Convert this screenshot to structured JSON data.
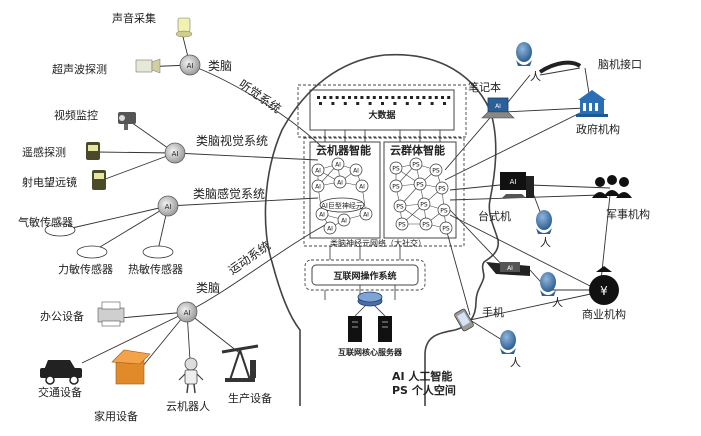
{
  "sensors": {
    "sound": "声音采集",
    "ultrasonic": "超声波探测",
    "video": "视频监控",
    "remote_sensing": "遥感探测",
    "telescope": "射电望远镜",
    "gas": "气敏传感器",
    "force": "力敏传感器",
    "heat": "热敏传感器",
    "office": "办公设备",
    "traffic": "交通设备",
    "home": "家用设备",
    "robot": "云机器人",
    "production": "生产设备"
  },
  "systems": {
    "auditory_1": "类脑",
    "auditory_2": "听觉系统",
    "visual": "类脑视觉系统",
    "sensory": "类脑感觉系统",
    "motor_1": "类脑",
    "motor_2": "运动系统"
  },
  "brain": {
    "big_data": "大数据",
    "cloud_machine": "云机器智能",
    "cloud_group": "云群体智能",
    "ai_giant": "AI巨型神经元",
    "network": "类脑神经元网络（大社交）",
    "internet_os": "互联网操作系统",
    "core_server": "互联网核心服务器",
    "ai": "AI",
    "ps": "PS"
  },
  "right": {
    "laptop": "笔记本",
    "person": "人",
    "bci": "脑机接口",
    "gov": "政府机构",
    "desktop": "台式机",
    "military": "军事机构",
    "phone": "手机",
    "business": "商业机构",
    "yen": "¥"
  },
  "legend": {
    "ai": "AI  人工智能",
    "ps": "PS  个人空间"
  },
  "colors": {
    "line": "#333333",
    "head": "#444444",
    "person": "#4a7fb5",
    "node": "#d9d9d9"
  }
}
